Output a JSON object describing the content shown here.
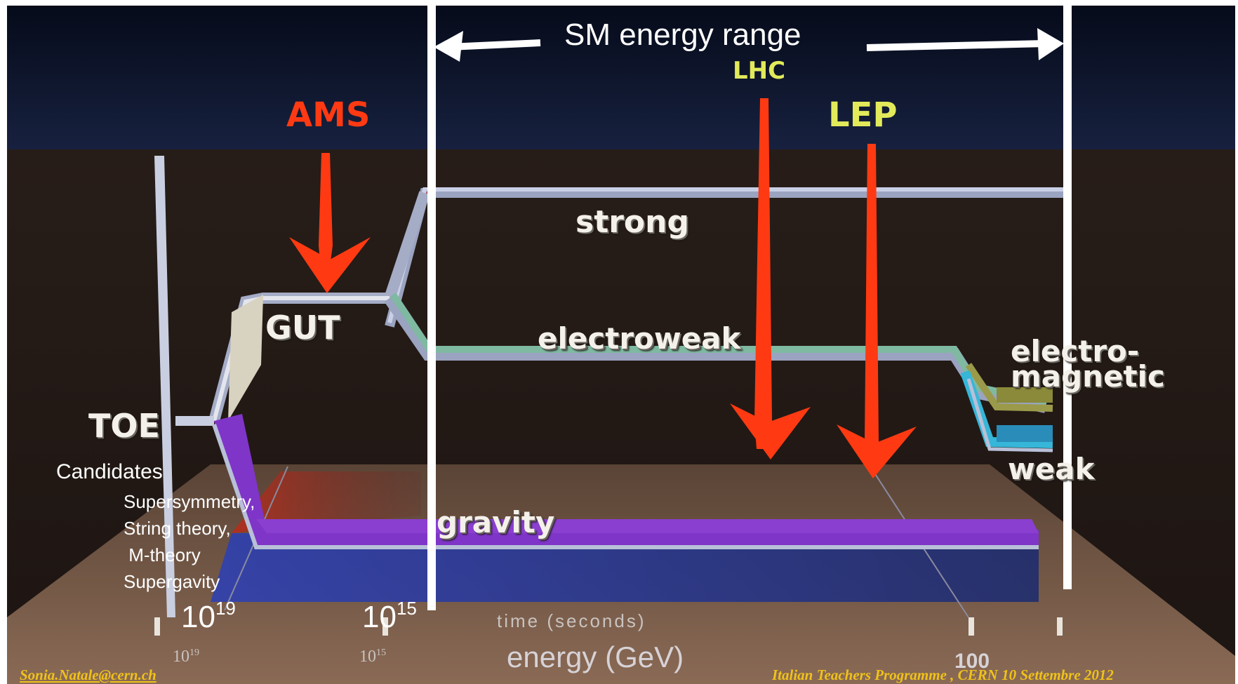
{
  "header": {
    "range_label": "SM energy range",
    "lhc_label": "LHC",
    "lep_label": "LEP",
    "ams_label": "AMS"
  },
  "forces": {
    "strong": "strong",
    "gut": "GUT",
    "electroweak": "electroweak",
    "electromagnetic_1": "electro-",
    "electromagnetic_2": "magnetic",
    "weak": "weak",
    "gravity": "gravity",
    "toe": "TOE"
  },
  "candidates": {
    "title": "Candidates",
    "items": [
      "Supersymmetry,",
      "String theory,",
      " M-theory",
      "Supergavity"
    ]
  },
  "markers": {
    "e19_base": "10",
    "e19_exp": "19",
    "e15_base": "10",
    "e15_exp": "15"
  },
  "axes": {
    "time_label": "time (seconds)",
    "energy_label": "energy (GeV)",
    "tick_1": "10",
    "tick_1_exp": "19",
    "tick_2": "10",
    "tick_2_exp": "15",
    "tick_3": "100"
  },
  "footer": {
    "email": "Sonia.Natale@cern.ch",
    "event": "Italian Teachers Programme , CERN 10 Settembre 2012"
  },
  "colors": {
    "sky": "#0f1a36",
    "ground": "#2a1f1a",
    "floor": "#6b5040",
    "arrow_red": "#ff3a12",
    "accent_yellow": "#e2ea5a",
    "strong_band": "#b6bfd6",
    "electroweak_band": "#7fb9a2",
    "gravity_band": "#8a3fd0",
    "weak_band": "#36b6d8",
    "em_band": "#9a9a4a"
  }
}
